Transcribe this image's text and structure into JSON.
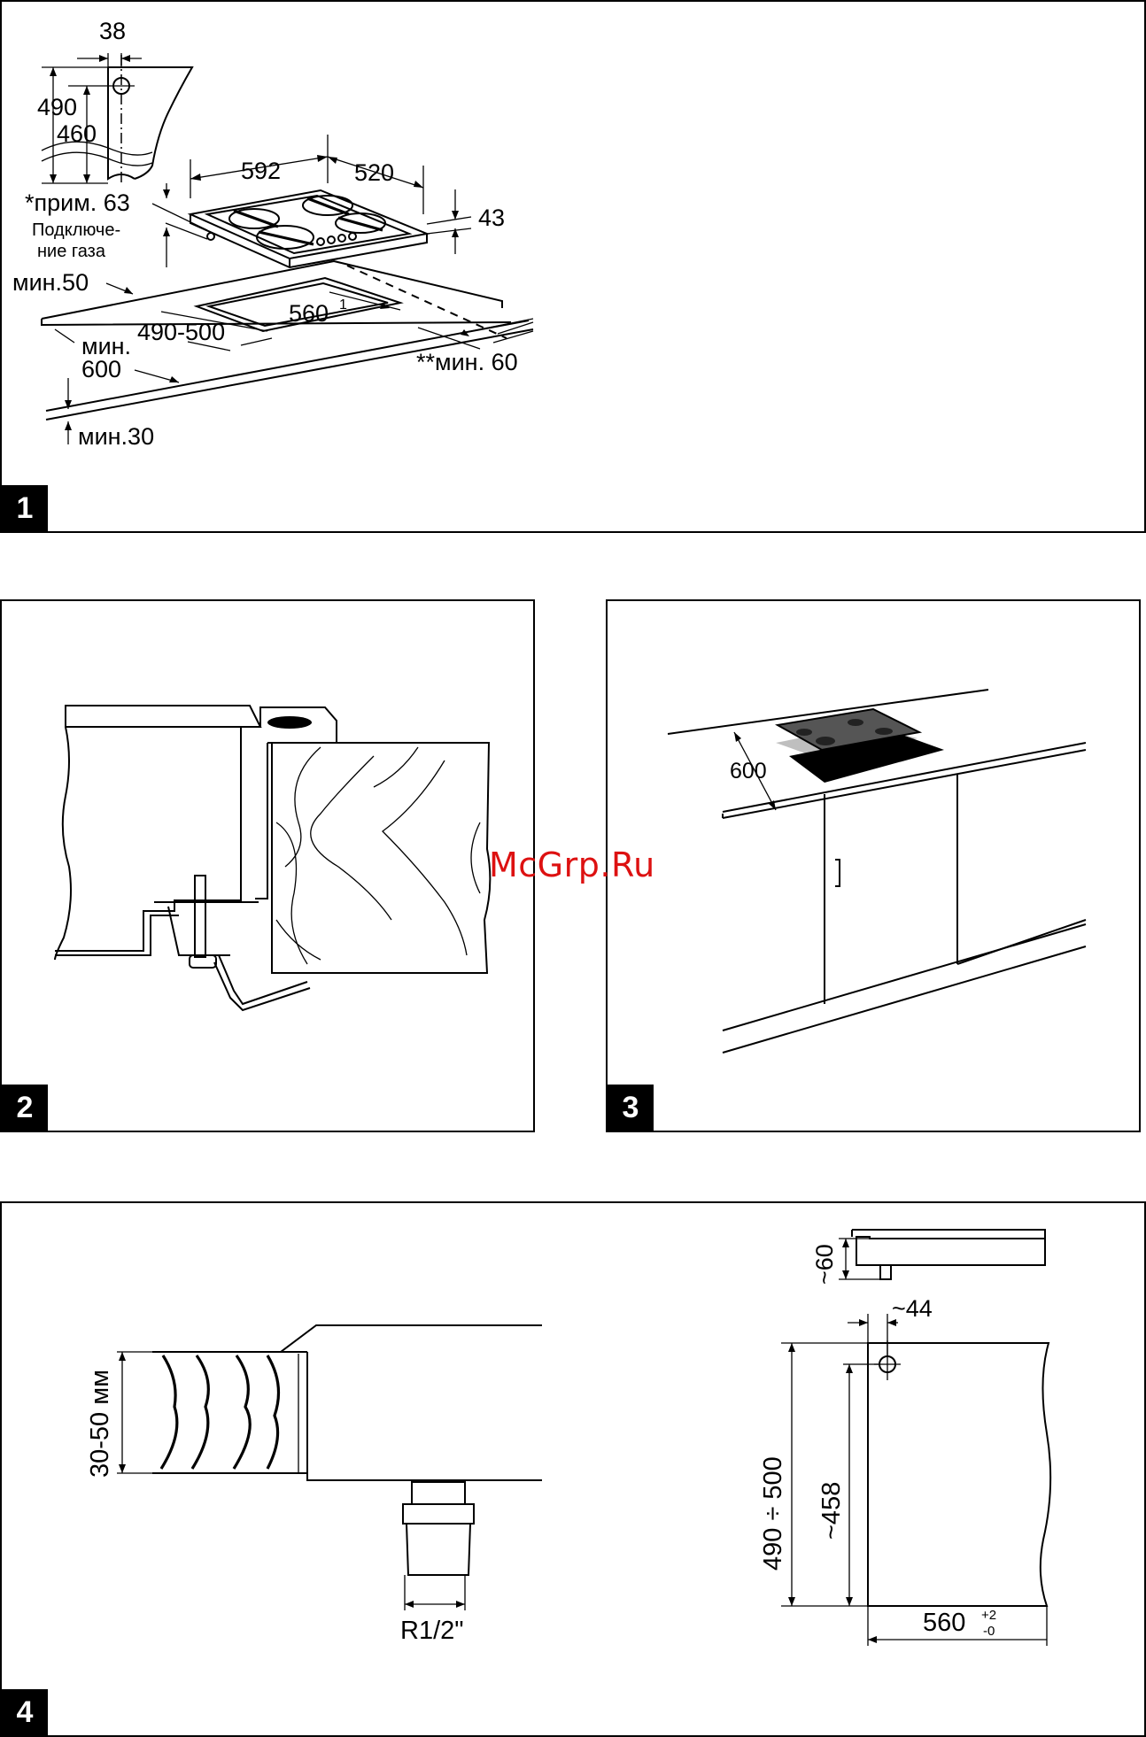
{
  "figure1": {
    "badge": "1",
    "labels": {
      "d38": "38",
      "d490": "490",
      "d460": "460",
      "d592": "592",
      "d520": "520",
      "d43": "43",
      "note63": "*прим. 63",
      "gas1": "Подключе-",
      "gas2": "ние газа",
      "min50": "мин.50",
      "d560": "560",
      "d560sup": "1",
      "d490_500": "490-500",
      "min_word": "мин.",
      "d600": "600",
      "min60": "**мин. 60",
      "min30": "мин.30"
    }
  },
  "figure2": {
    "badge": "2"
  },
  "figure3": {
    "badge": "3",
    "labels": {
      "d600": "600"
    }
  },
  "figure4": {
    "badge": "4",
    "labels": {
      "d30_50": "30-50 мм",
      "thread": "R1/2\"",
      "d60": "~60",
      "d44": "~44",
      "d490_500": "490 ÷ 500",
      "d458": "~458",
      "d560": "560",
      "tol_plus": "+2",
      "tol_minus": "-0"
    }
  },
  "watermark": "McGrp.Ru",
  "colors": {
    "line": "#000000",
    "background": "#ffffff",
    "watermark": "#dd1111"
  }
}
